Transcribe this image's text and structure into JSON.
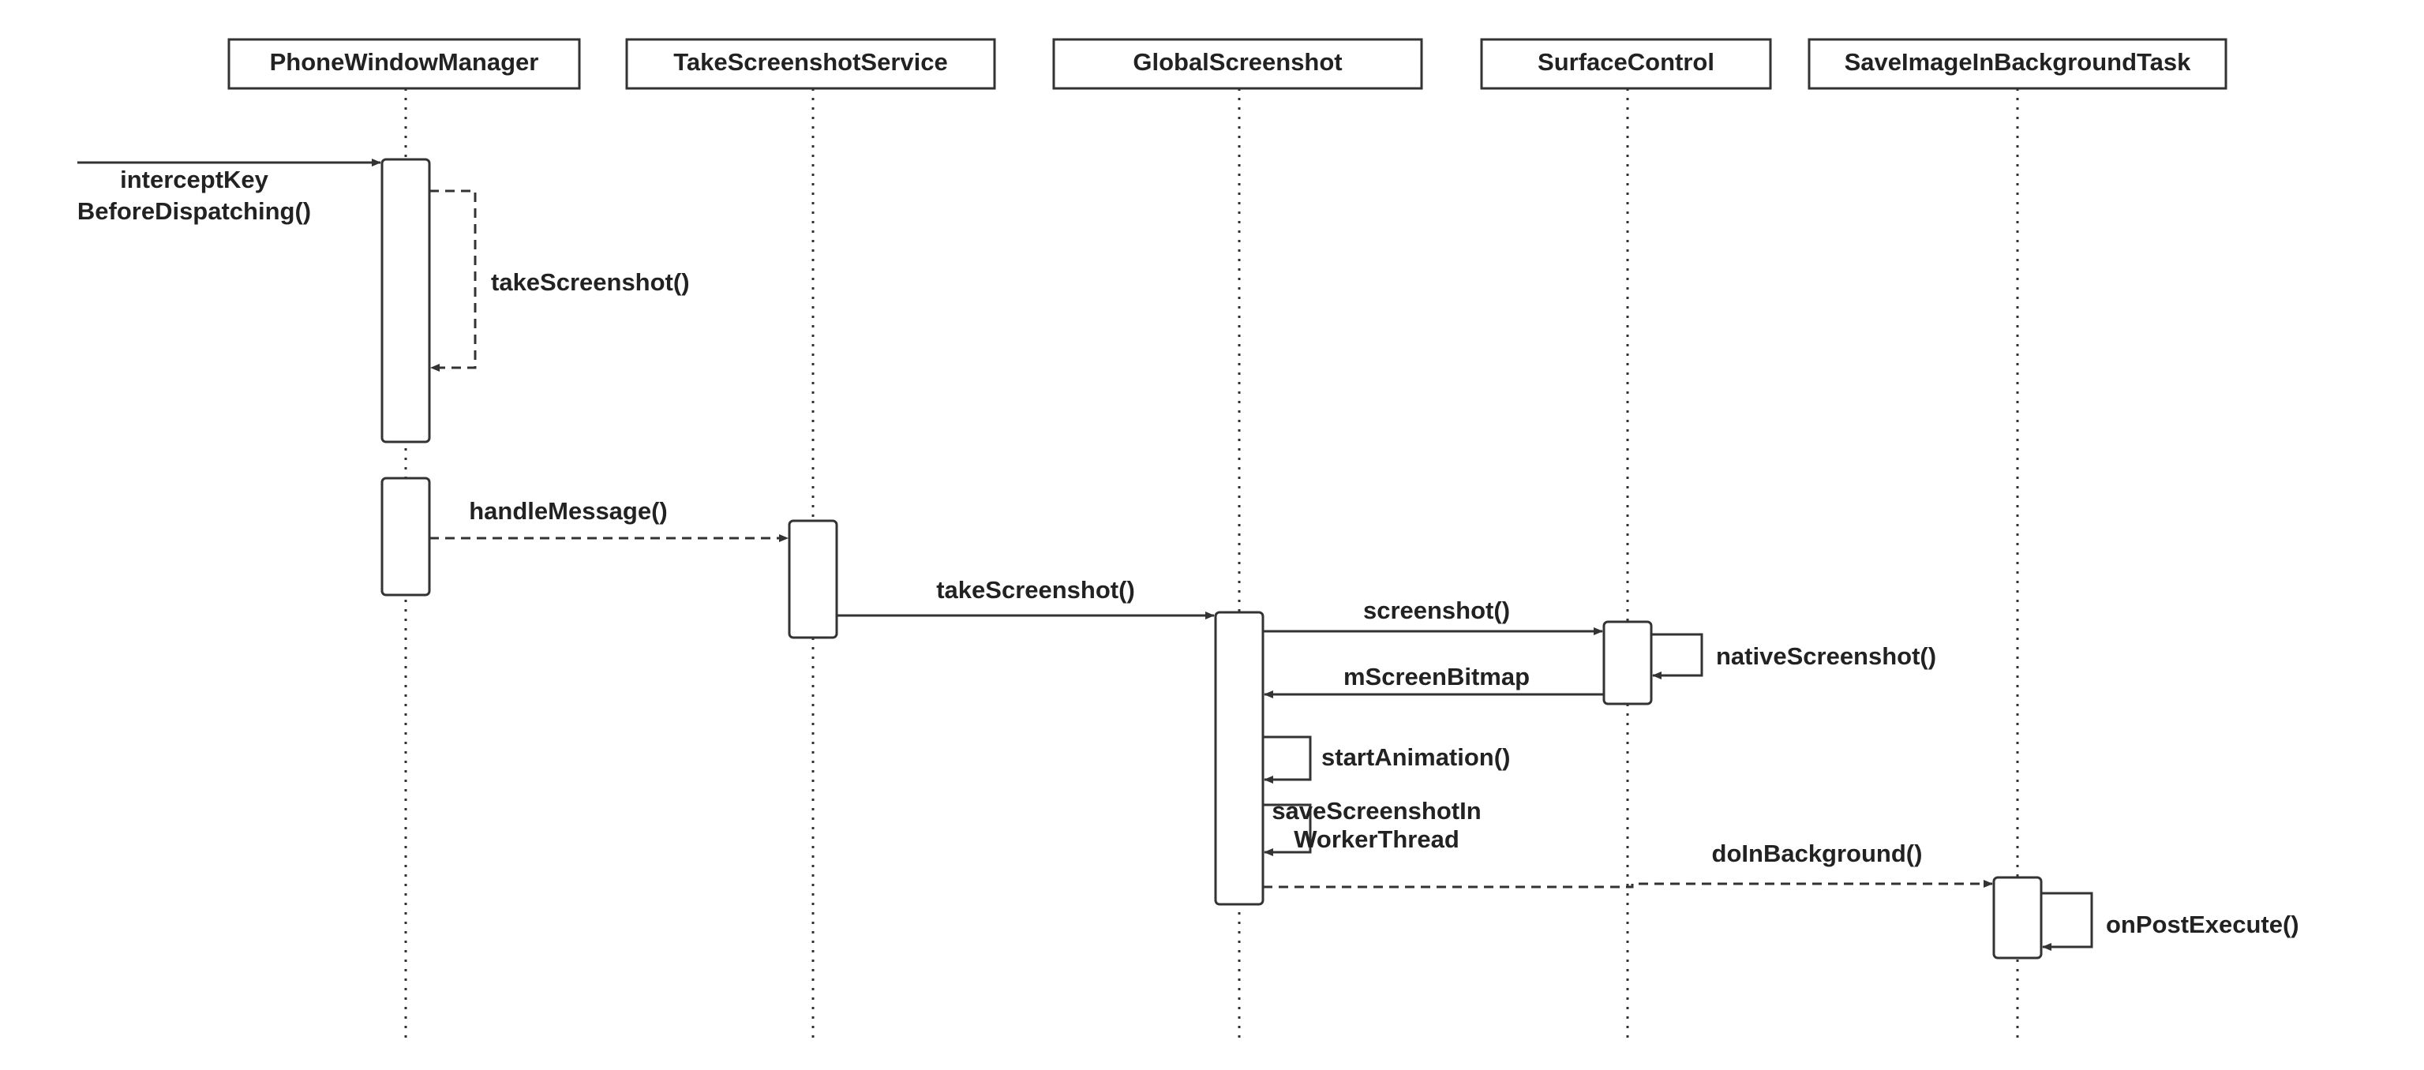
{
  "colors": {
    "line": "#333333",
    "text": "#222222",
    "background": "#ffffff"
  },
  "participants": [
    {
      "id": "pwm",
      "name": "PhoneWindowManager"
    },
    {
      "id": "tss",
      "name": "TakeScreenshotService"
    },
    {
      "id": "gs",
      "name": "GlobalScreenshot"
    },
    {
      "id": "sc",
      "name": "SurfaceControl"
    },
    {
      "id": "sib",
      "name": "SaveImageInBackgroundTask"
    }
  ],
  "messages": [
    {
      "id": "m1",
      "lines": [
        "interceptKey",
        "BeforeDispatching()"
      ],
      "style": "solid",
      "kind": "entry",
      "target": "pwm"
    },
    {
      "id": "m2",
      "lines": [
        "takeScreenshot()"
      ],
      "style": "dashed",
      "kind": "self",
      "from": "pwm"
    },
    {
      "id": "m3",
      "lines": [
        "handleMessage()"
      ],
      "style": "dashed",
      "kind": "call",
      "from": "pwm",
      "to": "tss"
    },
    {
      "id": "m4",
      "lines": [
        "takeScreenshot()"
      ],
      "style": "solid",
      "kind": "call",
      "from": "tss",
      "to": "gs"
    },
    {
      "id": "m5",
      "lines": [
        "screenshot()"
      ],
      "style": "solid",
      "kind": "call",
      "from": "gs",
      "to": "sc"
    },
    {
      "id": "m6",
      "lines": [
        "nativeScreenshot()"
      ],
      "style": "solid",
      "kind": "self",
      "from": "sc"
    },
    {
      "id": "m7",
      "lines": [
        "mScreenBitmap"
      ],
      "style": "solid",
      "kind": "return",
      "from": "sc",
      "to": "gs"
    },
    {
      "id": "m8",
      "lines": [
        "startAnimation()"
      ],
      "style": "solid",
      "kind": "self",
      "from": "gs"
    },
    {
      "id": "m9",
      "lines": [
        "saveScreenshotIn",
        "WorkerThread"
      ],
      "style": "solid",
      "kind": "self",
      "from": "gs"
    },
    {
      "id": "m10",
      "lines": [
        "doInBackground()"
      ],
      "style": "dashed",
      "kind": "call",
      "from": "gs",
      "to": "sib"
    },
    {
      "id": "m11",
      "lines": [
        "onPostExecute()"
      ],
      "style": "solid",
      "kind": "self",
      "from": "sib"
    }
  ]
}
